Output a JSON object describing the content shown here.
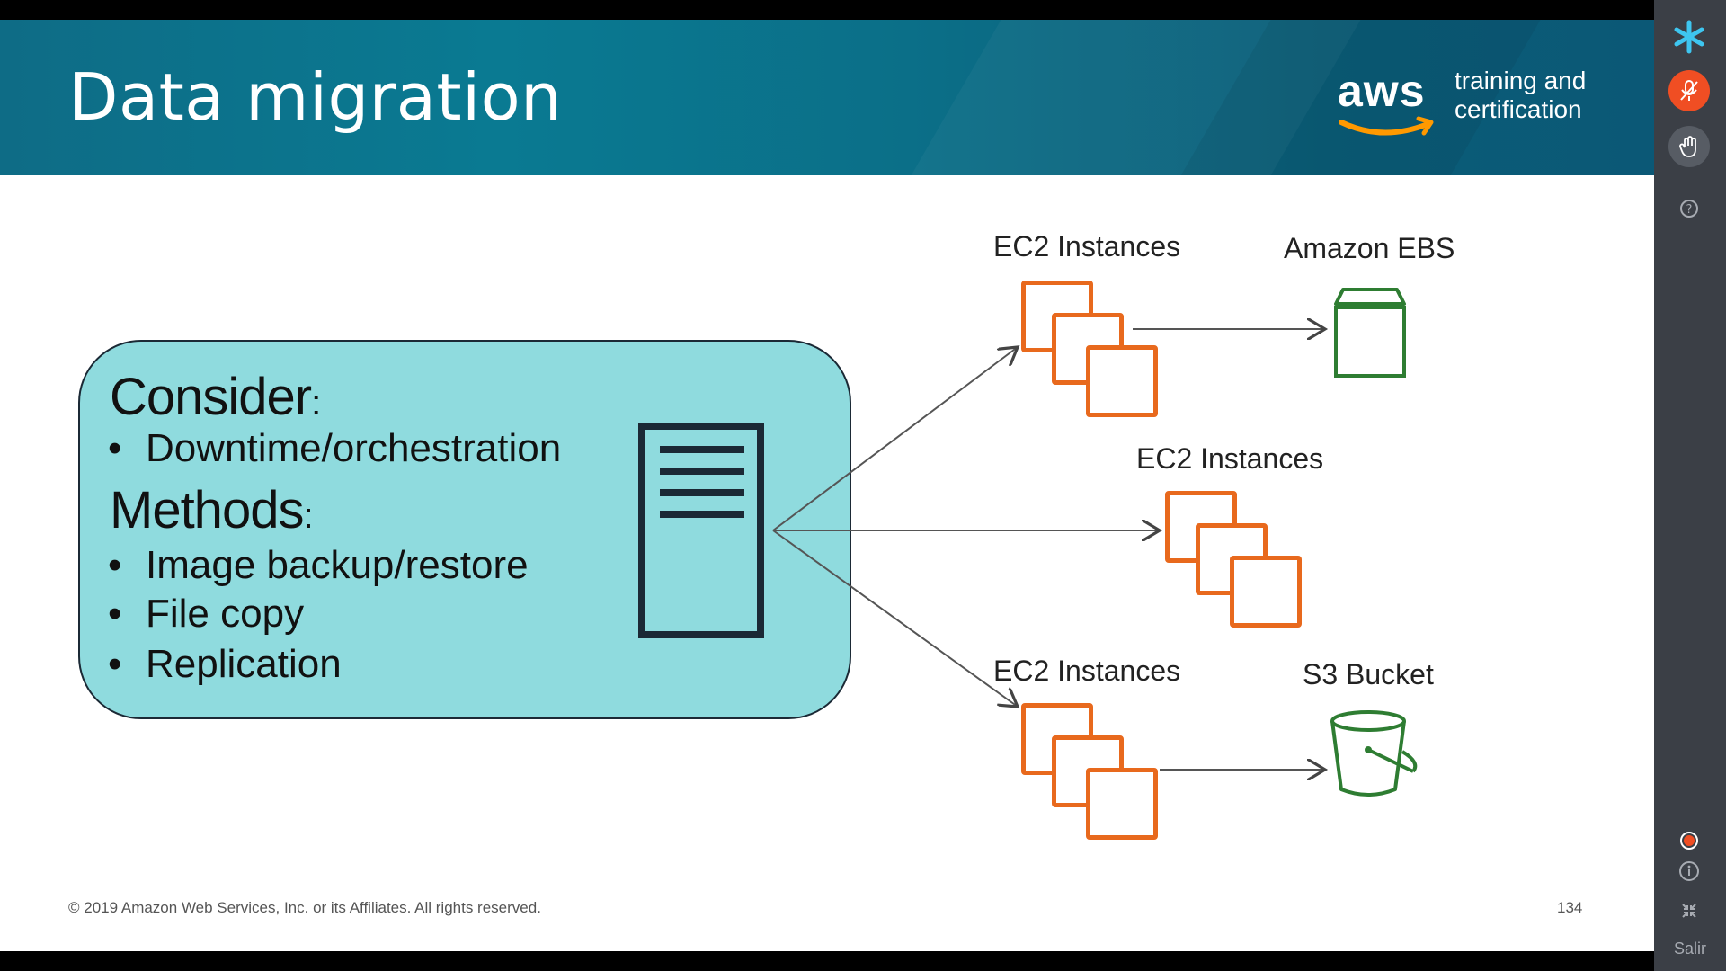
{
  "slide": {
    "title": "Data migration",
    "brand": {
      "logo_text": "aws",
      "line1": "training and",
      "line2": "certification",
      "orange": "#ff9900"
    },
    "consider_heading": "Consider",
    "consider_items": [
      "Downtime/orchestration"
    ],
    "methods_heading": "Methods",
    "methods_items": [
      "Image backup/restore",
      "File copy",
      "Replication"
    ],
    "diagram": {
      "ec2_top_label": "EC2 Instances",
      "ebs_label": "Amazon EBS",
      "ec2_mid_label": "EC2 Instances",
      "ec2_bottom_label": "EC2 Instances",
      "s3_label": "S3 Bucket"
    },
    "footer": "© 2019 Amazon Web Services, Inc. or its Affiliates. All rights reserved.",
    "page_number": "134",
    "colors": {
      "header": "#0b6f88",
      "box": "#8fdbde",
      "ec2": "#e8691d",
      "storage_green": "#2e7d32",
      "dark": "#1b2935"
    }
  },
  "sidebar": {
    "items": [
      {
        "icon": "snowflake-icon"
      },
      {
        "icon": "microphone-muted-icon"
      },
      {
        "icon": "raise-hand-icon"
      },
      {
        "icon": "help-icon"
      },
      {
        "icon": "record-indicator-icon"
      },
      {
        "icon": "info-icon"
      },
      {
        "icon": "collapse-icon"
      }
    ],
    "exit_label": "Salir"
  }
}
